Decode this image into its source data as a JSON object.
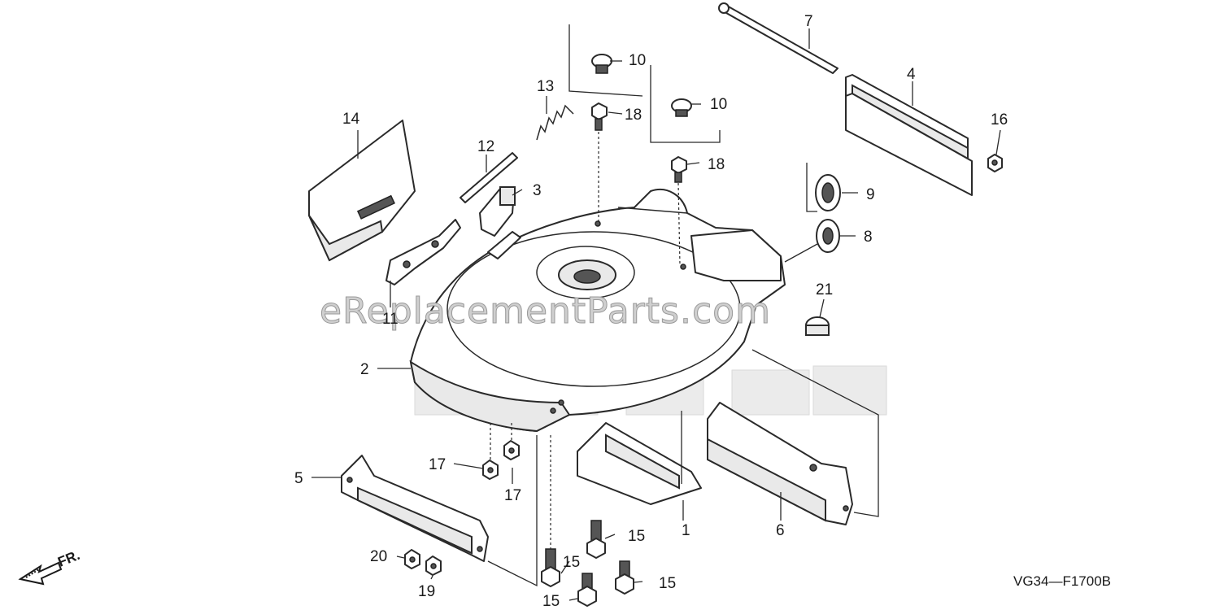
{
  "diagram": {
    "watermark": "eReplacementParts.com",
    "drawing_code": "VG34—F1700B",
    "front_marker": "FR.",
    "callouts": [
      {
        "id": "c1",
        "text": "1"
      },
      {
        "id": "c2",
        "text": "2"
      },
      {
        "id": "c3",
        "text": "3"
      },
      {
        "id": "c4",
        "text": "4"
      },
      {
        "id": "c5",
        "text": "5"
      },
      {
        "id": "c6",
        "text": "6"
      },
      {
        "id": "c7",
        "text": "7"
      },
      {
        "id": "c8",
        "text": "8"
      },
      {
        "id": "c9",
        "text": "9"
      },
      {
        "id": "c10a",
        "text": "10"
      },
      {
        "id": "c10b",
        "text": "10"
      },
      {
        "id": "c11",
        "text": "11"
      },
      {
        "id": "c12",
        "text": "12"
      },
      {
        "id": "c13",
        "text": "13"
      },
      {
        "id": "c14",
        "text": "14"
      },
      {
        "id": "c15a",
        "text": "15"
      },
      {
        "id": "c15b",
        "text": "15"
      },
      {
        "id": "c15c",
        "text": "15"
      },
      {
        "id": "c15d",
        "text": "15"
      },
      {
        "id": "c16",
        "text": "16"
      },
      {
        "id": "c17a",
        "text": "17"
      },
      {
        "id": "c17b",
        "text": "17"
      },
      {
        "id": "c18a",
        "text": "18"
      },
      {
        "id": "c18b",
        "text": "18"
      },
      {
        "id": "c19",
        "text": "19"
      },
      {
        "id": "c20",
        "text": "20"
      },
      {
        "id": "c21",
        "text": "21"
      }
    ]
  }
}
